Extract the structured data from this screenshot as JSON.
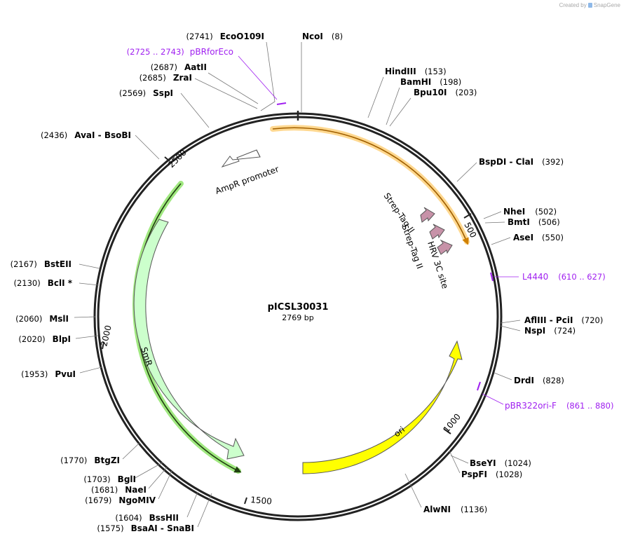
{
  "brand": {
    "created_by": "Created by",
    "name": "SnapGene"
  },
  "plasmid": {
    "name": "pICSL30031",
    "size_label": "2769 bp",
    "length": 2769
  },
  "ticks": [
    "500",
    "1000",
    "1500",
    "2000",
    "2500"
  ],
  "sites": [
    {
      "name": "NcoI",
      "pos": "(8)"
    },
    {
      "name": "HindIII",
      "pos": "(153)"
    },
    {
      "name": "BamHI",
      "pos": "(198)"
    },
    {
      "name": "Bpu10I",
      "pos": "(203)"
    },
    {
      "name": "BspDI",
      "name2": "ClaI",
      "pos": "(392)"
    },
    {
      "name": "NheI",
      "pos": "(502)"
    },
    {
      "name": "BmtI",
      "pos": "(506)"
    },
    {
      "name": "AseI",
      "pos": "(550)"
    },
    {
      "name": "AflIII",
      "name2": "PciI",
      "pos": "(720)"
    },
    {
      "name": "NspI",
      "pos": "(724)"
    },
    {
      "name": "DrdI",
      "pos": "(828)"
    },
    {
      "name": "BseYI",
      "pos": "(1024)"
    },
    {
      "name": "PspFI",
      "pos": "(1028)"
    },
    {
      "name": "AlwNI",
      "pos": "(1136)"
    },
    {
      "name": "EcoO109I",
      "pos": "(2741)"
    },
    {
      "name": "AatII",
      "pos": "(2687)"
    },
    {
      "name": "ZraI",
      "pos": "(2685)"
    },
    {
      "name": "SspI",
      "pos": "(2569)"
    },
    {
      "name": "AvaI",
      "name2": "BsoBI",
      "pos": "(2436)"
    },
    {
      "name": "BstEII",
      "pos": "(2167)"
    },
    {
      "name": "BclI *",
      "pos": "(2130)"
    },
    {
      "name": "MslI",
      "pos": "(2060)"
    },
    {
      "name": "BlpI",
      "pos": "(2020)"
    },
    {
      "name": "PvuI",
      "pos": "(1953)"
    },
    {
      "name": "BtgZI",
      "pos": "(1770)"
    },
    {
      "name": "BglI",
      "pos": "(1703)"
    },
    {
      "name": "NaeI",
      "pos": "(1681)"
    },
    {
      "name": "NgoMIV",
      "pos": "(1679)"
    },
    {
      "name": "BssHII",
      "pos": "(1604)"
    },
    {
      "name": "BsaAI",
      "name2": "SnaBI",
      "pos": "(1575)"
    }
  ],
  "primers": [
    {
      "name": "pBRforEco",
      "pos": "(2725 .. 2743)"
    },
    {
      "name": "L4440",
      "pos": "(610 .. 627)"
    },
    {
      "name": "pBR322ori-F",
      "pos": "(861 .. 880)"
    }
  ],
  "features": [
    {
      "name": "AmpR promoter",
      "color": "#ffffff"
    },
    {
      "name": "Strep-Tag II",
      "color": "#c792a8"
    },
    {
      "name": "Strep-Tag II",
      "color": "#c792a8"
    },
    {
      "name": "HRV 3C site",
      "color": "#c792a8"
    },
    {
      "name": "ori",
      "color": "#ffff00"
    },
    {
      "name": "SmR",
      "color": "#ccffcc"
    }
  ],
  "colors": {
    "primer": "#a020f0",
    "orf_orange": "#f0a020",
    "orf_green": "#80e060"
  }
}
